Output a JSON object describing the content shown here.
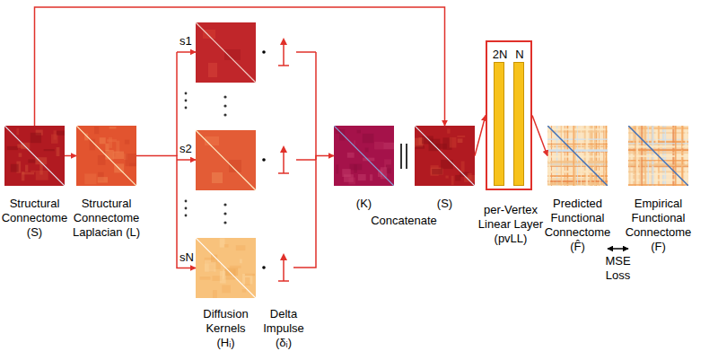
{
  "diagram": {
    "nodes": [
      {
        "text": [
          "Structural Connectome (S)"
        ]
      },
      {
        "text": [
          "Structural Connectome Laplacian (L)"
        ]
      },
      {
        "text": [
          "Diffusion Kernels (Hᵢ)"
        ]
      },
      {
        "text": [
          "Delta Impulse (δᵢ)"
        ]
      },
      {
        "text": [
          "(K)"
        ]
      },
      {
        "text": [
          "(S)"
        ]
      },
      {
        "text": [
          "per-Vertex Linear Layer (pvLL)"
        ]
      },
      {
        "text": [
          "2N"
        ],
        "in": 6
      },
      {
        "text": [
          "N"
        ],
        "in": 6
      },
      {
        "text": [
          "Predicted Functional Connectome (F̂)"
        ]
      },
      {
        "text": [
          "Empirical Functional Connectome (F)"
        ]
      }
    ],
    "edges": [
      {
        "from": 0,
        "to": 1,
        "arrow": "to"
      },
      {
        "from": 0,
        "to": 5,
        "arrow": "to"
      },
      {
        "from": 1,
        "to": 2,
        "arrow": "to",
        "label": "sN"
      },
      {
        "from": 3,
        "to": 4,
        "arrow": "to"
      },
      {
        "from": 5,
        "to": 6,
        "arrow": "to"
      },
      {
        "from": 6,
        "to": 9,
        "arrow": "to"
      },
      {
        "from": 9,
        "to": 10,
        "arrow": "both",
        "label": "MSE Loss"
      }
    ],
    "labels": [
      "s1",
      "s2",
      "Concatenate"
    ]
  }
}
